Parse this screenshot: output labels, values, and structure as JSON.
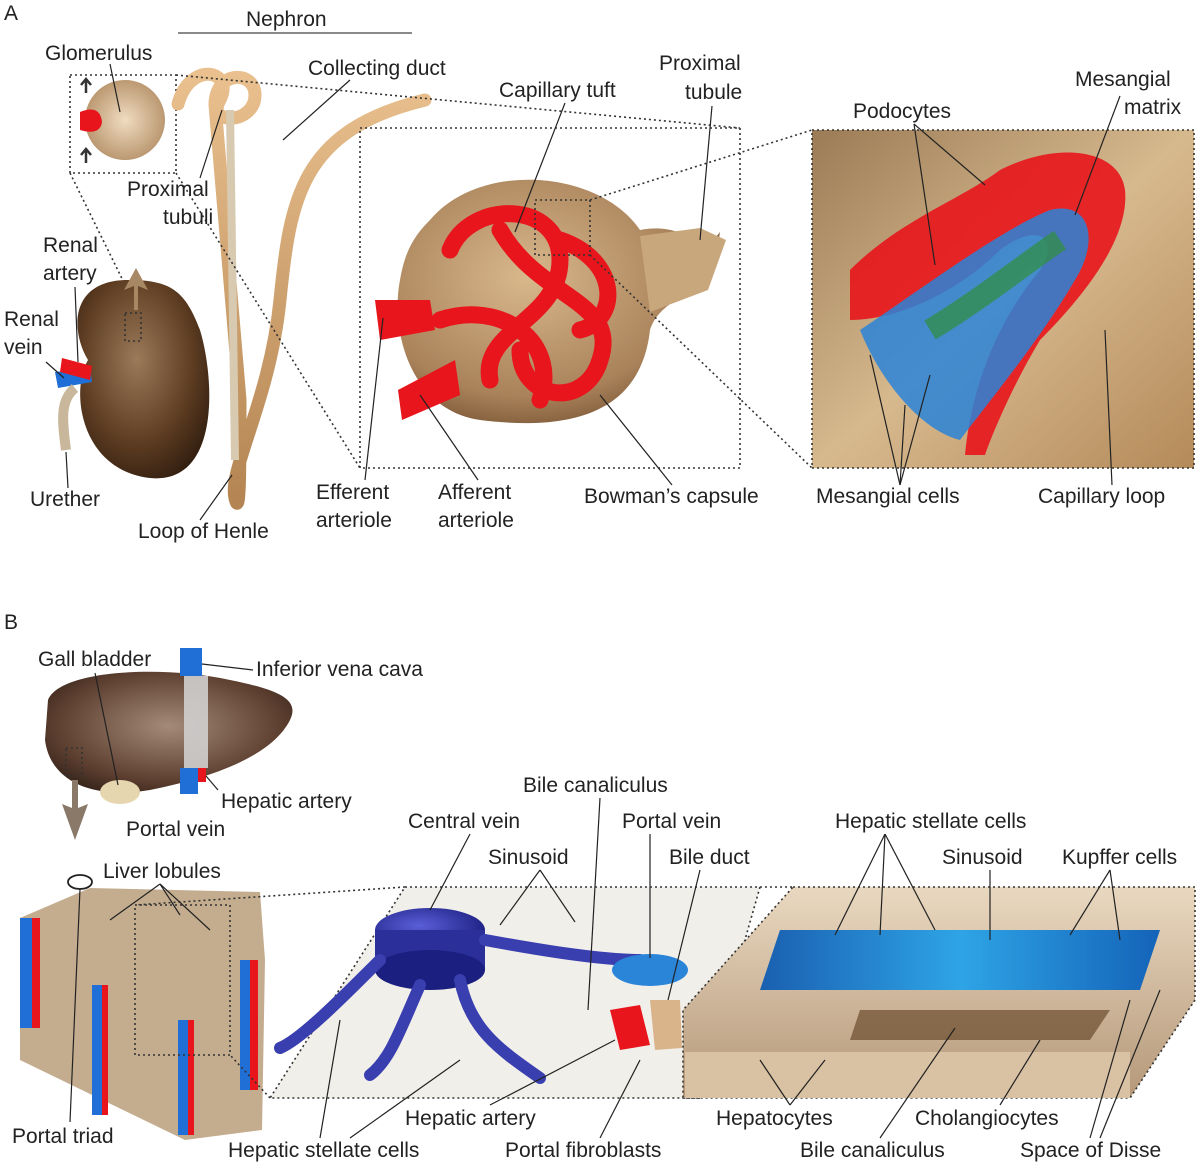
{
  "panels": {
    "a": {
      "letter": "A",
      "nephron_header": "Nephron",
      "labels": {
        "glomerulus": "Glomerulus",
        "collecting_duct": "Collecting duct",
        "proximal_tubuli_1": "Proximal",
        "proximal_tubuli_2": "tubuli",
        "renal_artery_1": "Renal",
        "renal_artery_2": "artery",
        "renal_vein_1": "Renal",
        "renal_vein_2": "vein",
        "urether": "Urether",
        "loop_of_henle": "Loop of Henle",
        "capillary_tuft": "Capillary tuft",
        "proximal_tubule_1": "Proximal",
        "proximal_tubule_2": "tubule",
        "efferent_1": "Efferent",
        "efferent_2": "arteriole",
        "afferent_1": "Afferent",
        "afferent_2": "arteriole",
        "bowmans_capsule": "Bowman’s capsule",
        "podocytes": "Podocytes",
        "mesangial_matrix_1": "Mesangial",
        "mesangial_matrix_2": "matrix",
        "mesangial_cells": "Mesangial cells",
        "capillary_loop": "Capillary loop"
      }
    },
    "b": {
      "letter": "B",
      "labels": {
        "gall_bladder": "Gall bladder",
        "inferior_vena_cava": "Inferior vena cava",
        "hepatic_artery_top": "Hepatic artery",
        "portal_vein_top": "Portal vein",
        "liver_lobules": "Liver lobules",
        "portal_triad": "Portal triad",
        "central_vein": "Central vein",
        "bile_canaliculus_top": "Bile canaliculus",
        "portal_vein_mid": "Portal vein",
        "sinusoid_mid": "Sinusoid",
        "bile_duct": "Bile duct",
        "hepatic_stellate_cells_top": "Hepatic stellate cells",
        "sinusoid_right": "Sinusoid",
        "kupffer_cells": "Kupffer cells",
        "hepatic_artery_mid": "Hepatic artery",
        "hepatic_stellate_cells_bottom": "Hepatic stellate cells",
        "portal_fibroblasts": "Portal fibroblasts",
        "hepatocytes": "Hepatocytes",
        "cholangiocytes": "Cholangiocytes",
        "bile_canaliculus_bottom": "Bile canaliculus",
        "space_of_disse": "Space of Disse"
      }
    }
  },
  "colors": {
    "artery_red": "#e8151c",
    "vein_blue": "#1f6fd6",
    "tissue_tan": "#c9a77c",
    "kidney_brown": "#5a3a20",
    "stellate_green": "#8fb01e"
  }
}
